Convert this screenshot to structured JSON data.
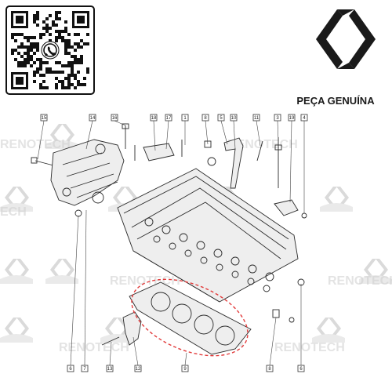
{
  "brand": {
    "headline": "PEÇA GENUÍNA",
    "watermark": "RENOTECH",
    "watermark_partial": "ECH",
    "logo_icon": "renault-diamond-icon",
    "qr_icon": "whatsapp-qr-code-icon"
  },
  "callouts": {
    "top": [
      "15",
      "14",
      "16",
      "18",
      "17",
      "1",
      "8",
      "5",
      "10",
      "11",
      "3",
      "19",
      "4"
    ],
    "bottom": [
      "6",
      "7",
      "13",
      "12",
      "9",
      "8",
      "6"
    ]
  },
  "highlight": {
    "part": "9",
    "color": "#e23b3b"
  },
  "colors": {
    "brand": "#1a1a1a",
    "watermark": "#9a9a9a"
  }
}
